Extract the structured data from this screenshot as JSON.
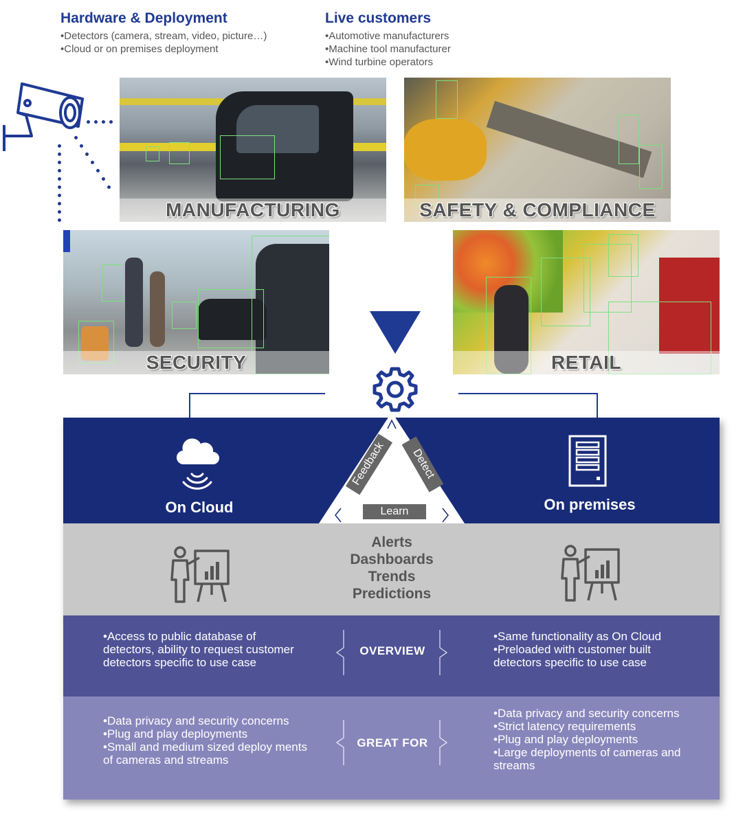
{
  "hardware": {
    "title": "Hardware & Deployment",
    "items": [
      "Detectors (camera, stream, video, picture…)",
      "Cloud or on premises deployment"
    ]
  },
  "customers": {
    "title": "Live customers",
    "items": [
      "Automotive manufacturers",
      "Machine tool manufacturer",
      "Wind turbine operators"
    ]
  },
  "sectors": {
    "manufacturing": "MANUFACTURING",
    "safety": "SAFETY & COMPLIANCE",
    "security": "SECURITY",
    "retail": "RETAIL"
  },
  "cycle": {
    "feedback": "Feedback",
    "detect": "Detect",
    "learn": "Learn"
  },
  "deploy": {
    "cloud": "On Cloud",
    "premises": "On premises"
  },
  "outputs": [
    "Alerts",
    "Dashboards",
    "Trends",
    "Predictions"
  ],
  "overview": {
    "label": "OVERVIEW",
    "cloud": [
      "Access to public database of detectors, ability to request customer detectors specific to use case"
    ],
    "premises": [
      "Same functionality as On Cloud",
      "Preloaded with customer built detectors specific to use case"
    ]
  },
  "great_for": {
    "label": "GREAT FOR",
    "cloud": [
      "Data privacy and security concerns",
      "Plug and play deployments",
      "Small and medium sized deploy ments of cameras and streams"
    ],
    "premises": [
      "Data privacy and security concerns",
      "Strict latency requirements",
      "Plug and play deployments",
      "Large deployments of cameras and streams"
    ]
  },
  "colors": {
    "accent": "#1f3a93",
    "navy_band": "#182b78",
    "gray_band": "#c8c8c8",
    "purple_band": "#4f5295",
    "lilac_band": "#8786bb",
    "detect_box": "#7ee07e"
  },
  "icons": [
    "security-camera-icon",
    "cloud-icon",
    "wifi-signal-icon",
    "server-icon",
    "gear-icon",
    "presenter-chart-icon"
  ]
}
